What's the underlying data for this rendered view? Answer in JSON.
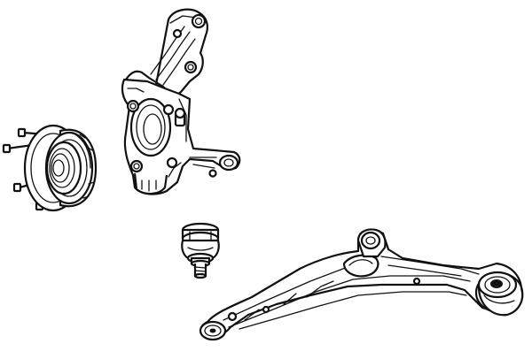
{
  "figure": {
    "background": "#ffffff",
    "line_color": "#111111",
    "components": [
      {
        "id": "wheel-hub-bearing",
        "icon": "wheel-hub-icon"
      },
      {
        "id": "steering-knuckle",
        "icon": "knuckle-icon"
      },
      {
        "id": "ball-joint",
        "icon": "ball-joint-icon"
      },
      {
        "id": "lower-control-arm",
        "icon": "control-arm-icon"
      }
    ]
  }
}
